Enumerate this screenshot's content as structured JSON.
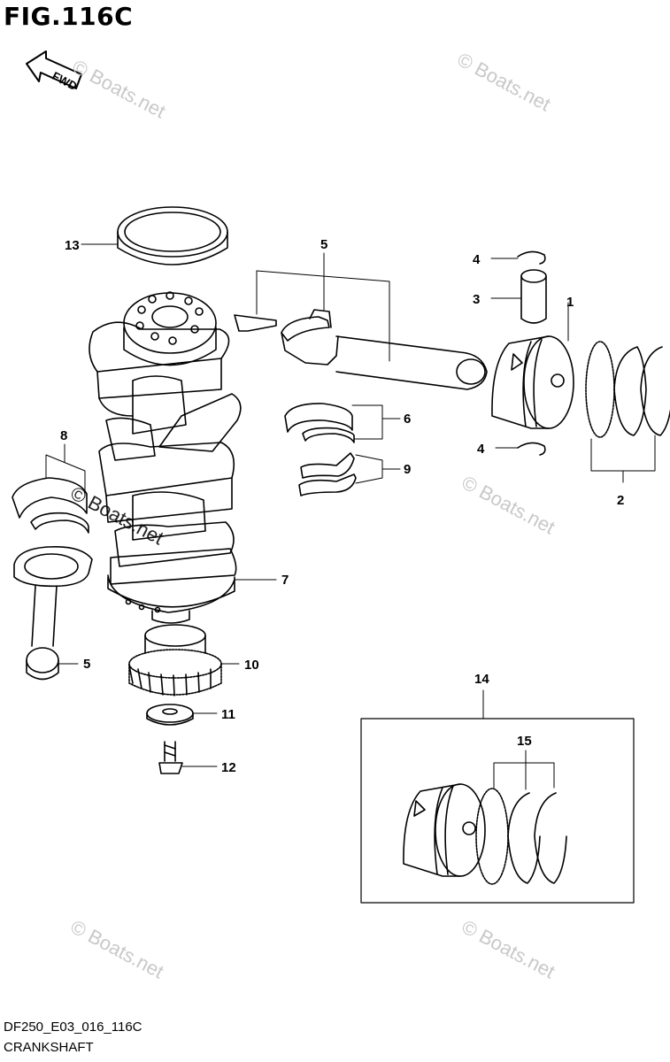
{
  "figure": {
    "title": "FIG.116C",
    "code": "DF250_E03_016_116C",
    "name": "CRANKSHAFT",
    "direction_label": "FWD"
  },
  "callouts": [
    "1",
    "2",
    "3",
    "4",
    "4",
    "5",
    "5",
    "6",
    "7",
    "8",
    "9",
    "10",
    "11",
    "12",
    "13",
    "14",
    "15"
  ],
  "watermark": "© Boats.net"
}
